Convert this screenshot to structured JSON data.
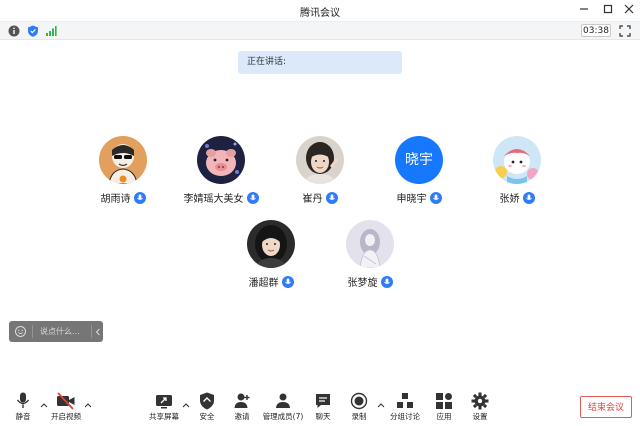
{
  "window": {
    "title": "腾讯会议"
  },
  "status": {
    "timer": "03:38"
  },
  "speaking": {
    "label": "正在讲话:"
  },
  "participants": [
    {
      "name": "胡雨诗"
    },
    {
      "name": "李婧瑶大美女"
    },
    {
      "name": "崔丹"
    },
    {
      "name": "申晓宇",
      "avatar_text": "晓宇"
    },
    {
      "name": "张娇"
    },
    {
      "name": "潘超群"
    },
    {
      "name": "张梦旋"
    }
  ],
  "chat": {
    "placeholder": "说点什么..."
  },
  "toolbar": {
    "mute": "静音",
    "video": "开启视频",
    "share": "共享屏幕",
    "security": "安全",
    "invite": "邀请",
    "members": "管理成员(7)",
    "chat": "聊天",
    "record": "录制",
    "breakout": "分组讨论",
    "apps": "应用",
    "settings": "设置",
    "end": "结束会议"
  },
  "colors": {
    "accent": "#2f7cf6",
    "end": "#e0433c",
    "speaking_bg": "#dbe9fb"
  }
}
